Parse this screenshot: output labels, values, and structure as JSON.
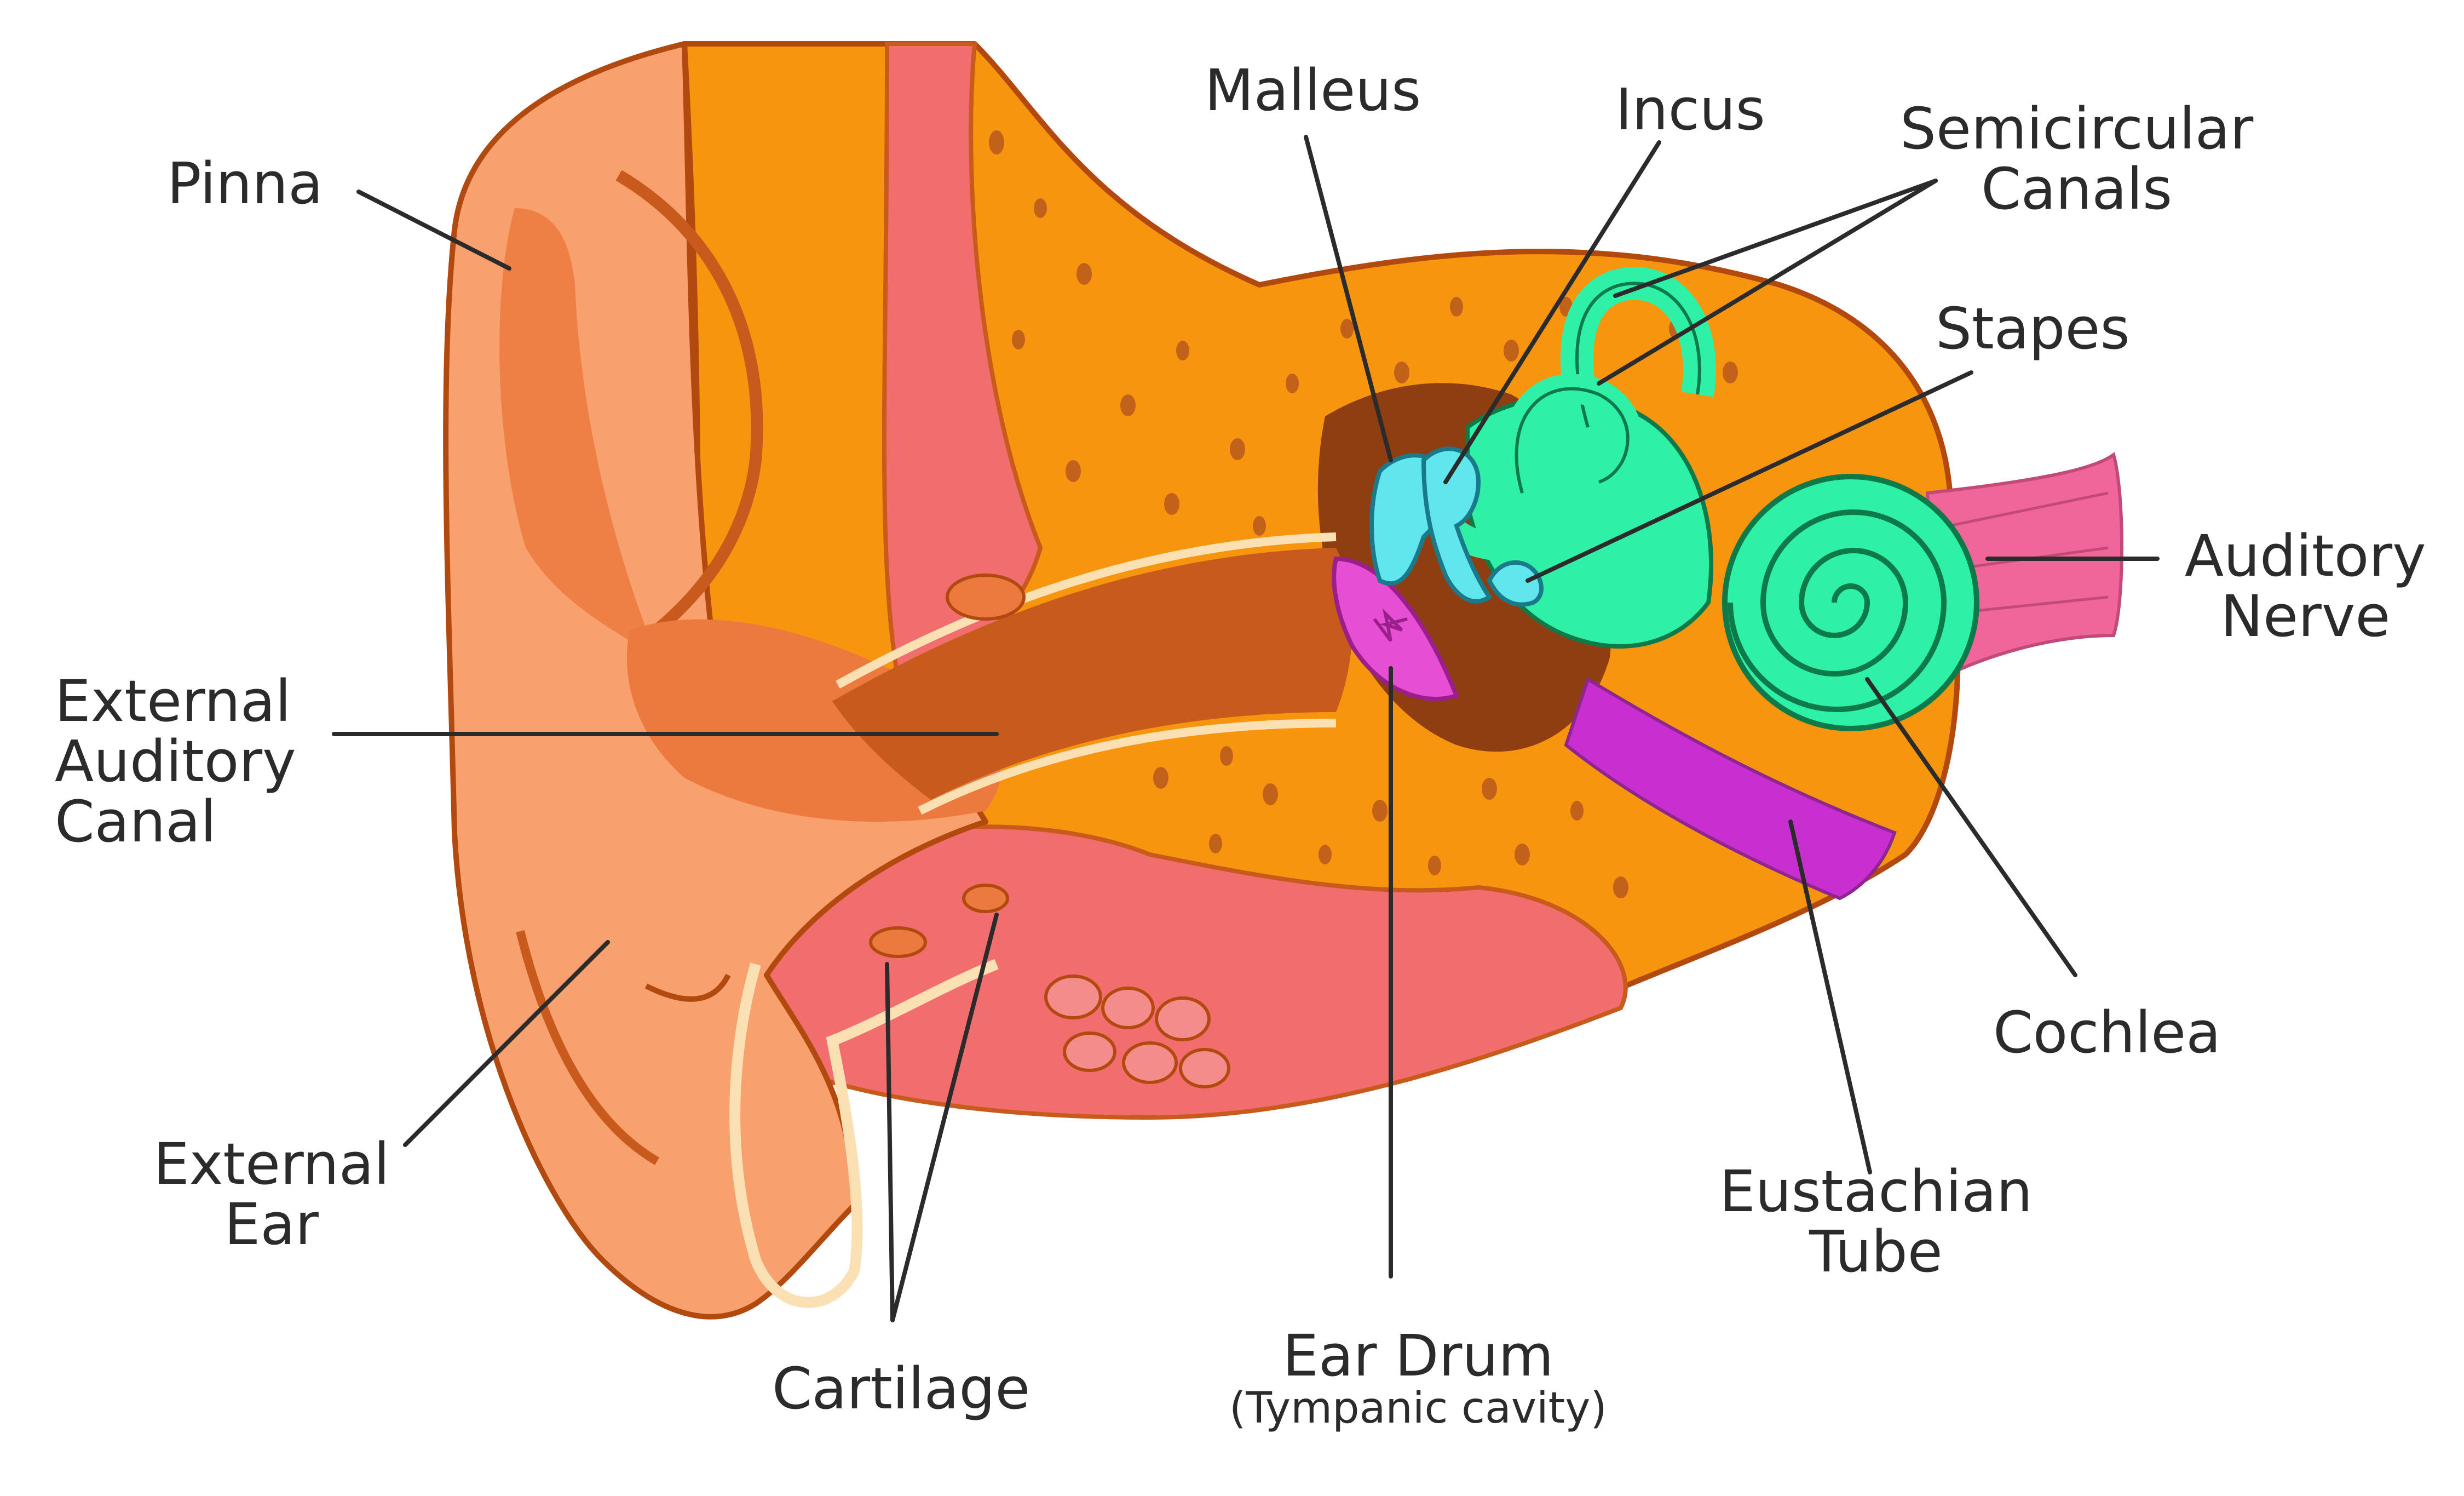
{
  "labels": {
    "pinna": "Pinna",
    "malleus": "Malleus",
    "incus": "Incus",
    "semicircular_line1": "Semicircular",
    "semicircular_line2": "Canals",
    "stapes": "Stapes",
    "auditory_nerve_line1": "Auditory",
    "auditory_nerve_line2": "Nerve",
    "external_canal_line1": "External",
    "external_canal_line2": "Auditory",
    "external_canal_line3": "Canal",
    "external_ear_line1": "External",
    "external_ear_line2": "Ear",
    "cartilage": "Cartilage",
    "ear_drum": "Ear Drum",
    "tympanic_cavity": "(Tympanic cavity)",
    "eustachian_line1": "Eustachian",
    "eustachian_line2": "Tube",
    "cochlea": "Cochlea"
  },
  "colors": {
    "skin_light": "#f9a06f",
    "skin_mid": "#ec7a3e",
    "skin_dark": "#c85a1c",
    "outline": "#b24a10",
    "bone_orange": "#f7950f",
    "bone_spots": "#c2621a",
    "cavity_brown": "#8e3e10",
    "pink_tissue": "#f26e6e",
    "cream": "#fbe0b4",
    "ear_drum": "#e64fd3",
    "ossicles": "#61e6ee",
    "inner_ear": "#2ef0a6",
    "nerve": "#f0669b",
    "eustachian": "#c92fd0",
    "text": "#2b2b2b"
  }
}
